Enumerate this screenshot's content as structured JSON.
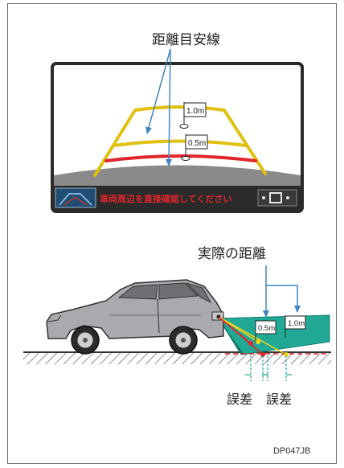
{
  "labels": {
    "distance_guide_lines": "距離目安線",
    "actual_distance": "実際の距離",
    "error_1": "誤差",
    "error_2": "誤差",
    "figure_code": "DP047JB"
  },
  "screen": {
    "flag_far": "1.0m",
    "flag_near": "0.5m",
    "warning_text": "車両周辺を直接確認してください"
  },
  "side_view": {
    "flag_near": "0.5m",
    "flag_far": "1.0m"
  },
  "colors": {
    "guide_yellow": "#f2d81c",
    "guide_red": "#e0262a",
    "arrow_blue": "#3f86c2",
    "slope_teal": "#22a996",
    "screen_bg": "#ffffff",
    "bumper_gray": "#8a8a8a",
    "bar_dark": "#2a2a2a"
  }
}
